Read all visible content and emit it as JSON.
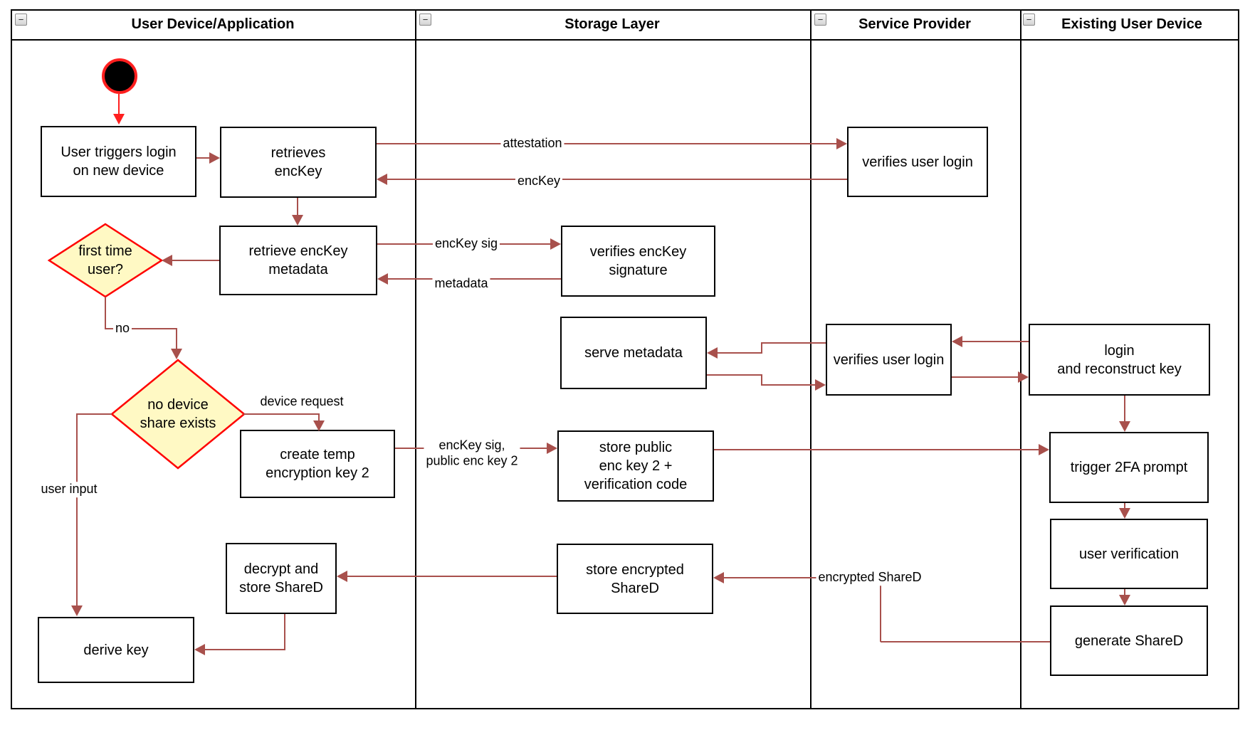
{
  "diagram": {
    "lanes": [
      {
        "title": "User Device/Application",
        "collapse_glyph": "−"
      },
      {
        "title": "Storage Layer",
        "collapse_glyph": "−"
      },
      {
        "title": "Service Provider",
        "collapse_glyph": "−"
      },
      {
        "title": "Existing User Device",
        "collapse_glyph": "−"
      }
    ],
    "nodes": {
      "user_triggers_login": {
        "label": "User triggers login\non new device"
      },
      "retrieves_enckey": {
        "label": "retrieves\nencKey"
      },
      "verifies_user_login_1": {
        "label": "verifies user login"
      },
      "retrieve_enckey_metadata": {
        "label": "retrieve encKey\nmetadata"
      },
      "verifies_enckey_signature": {
        "label": "verifies encKey\nsignature"
      },
      "serve_metadata": {
        "label": "serve metadata"
      },
      "verifies_user_login_2": {
        "label": "verifies user login"
      },
      "login_and_reconstruct_key": {
        "label": "login\nand reconstruct key"
      },
      "create_temp_encryption_key_2": {
        "label": "create temp\nencryption key 2"
      },
      "store_public_enc_key_2": {
        "label": "store public\nenc key 2 +\nverification code"
      },
      "trigger_2fa_prompt": {
        "label": "trigger 2FA prompt"
      },
      "user_verification": {
        "label": "user verification"
      },
      "decrypt_and_store_shared": {
        "label": "decrypt and\nstore ShareD"
      },
      "store_encrypted_shared": {
        "label": "store encrypted\nShareD"
      },
      "generate_shared": {
        "label": "generate ShareD"
      },
      "derive_key": {
        "label": "derive key"
      }
    },
    "decisions": {
      "first_time_user": {
        "label": "first time\nuser?"
      },
      "no_device_share_exists": {
        "label": "no device\nshare exists"
      }
    },
    "edge_labels": {
      "attestation": "attestation",
      "enckey": "encKey",
      "enckey_sig": "encKey sig",
      "metadata": "metadata",
      "no": "no",
      "device_request": "device request",
      "enckey_sig_public_enc_key_2": "encKey sig,\npublic enc key 2",
      "user_input": "user input",
      "encrypted_shared": "encrypted ShareD"
    },
    "colors": {
      "flow_arrow": "#A8504C",
      "start_arrow": "#FF1F1F",
      "decision_border": "#FF0000",
      "decision_fill": "#FFF9C4"
    }
  }
}
